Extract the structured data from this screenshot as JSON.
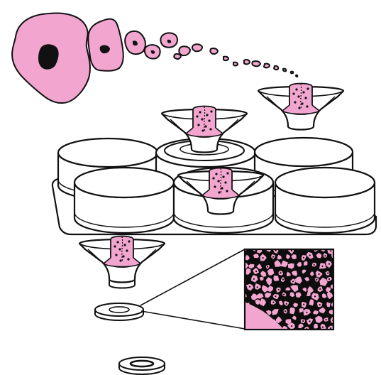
{
  "diagram": {
    "colors": {
      "tissue_fill": "#f2a6cf",
      "outline": "#111111",
      "background": "#ffffff",
      "dark_mesh": "#0d0d0d"
    },
    "elements": {
      "tissue_fragments": 17,
      "culture_wells": 6,
      "cell_culture_inserts": 4,
      "membrane_disks": 2,
      "magnified_membrane_view": 1
    }
  }
}
